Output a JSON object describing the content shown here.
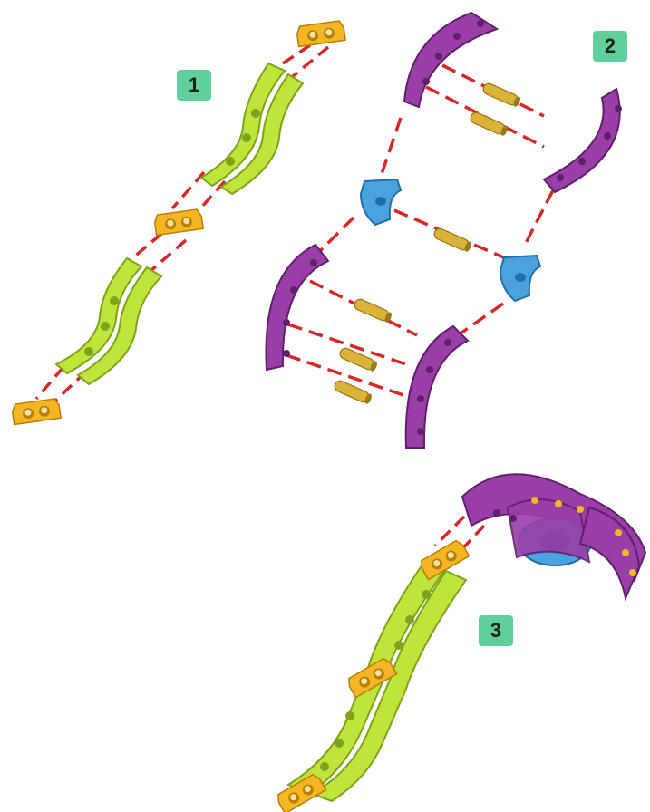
{
  "steps": [
    {
      "label": "1"
    },
    {
      "label": "2"
    },
    {
      "label": "3"
    }
  ],
  "colors": {
    "badge": "#5fcf9b",
    "lime": "#bfe43a",
    "lime_dark": "#7fa21c",
    "orange": "#f5b623",
    "orange_dark": "#b77d08",
    "purple": "#9a3ea8",
    "purple_dark": "#5f1f6a",
    "blue": "#4aa3dc",
    "blue_dark": "#1e6fa6",
    "peg": "#d9b33a",
    "peg_dark": "#9a7a18",
    "guide": "#d62828"
  }
}
